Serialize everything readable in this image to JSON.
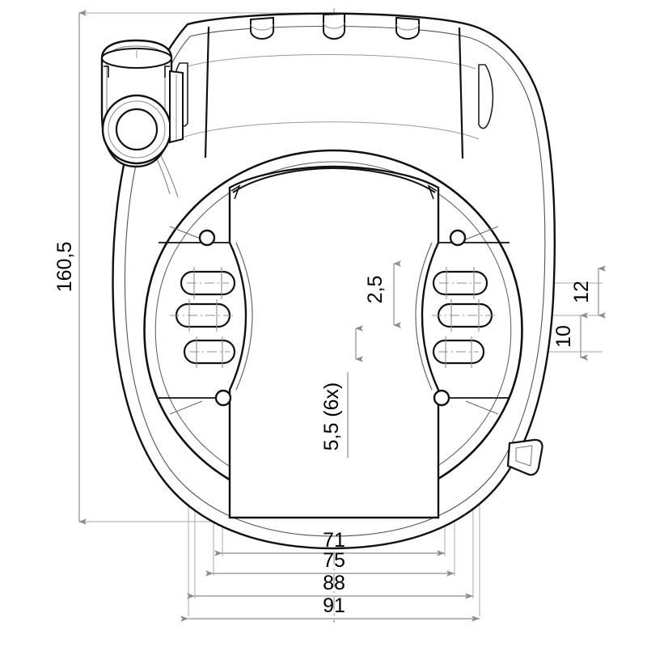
{
  "drawing": {
    "title": "Ring Lock Front View Technical Drawing",
    "units": "mm",
    "background_color": "#ffffff",
    "line_color": "#000000",
    "dimension_line_color": "#8c8c8c",
    "centerline_color": "#9a9a9a"
  },
  "dimensions": {
    "overall_height": "160,5",
    "bolt_spacing_upper": "12",
    "bolt_spacing_lower": "10",
    "offset_from_center": "2,5",
    "slot_width": "5,5  (6x)",
    "width_71": "71",
    "width_75": "75",
    "width_88": "88",
    "width_91": "91"
  },
  "features": {
    "key_cylinder": "key-cylinder",
    "keyhole": "keyhole",
    "top_tabs": [
      "top-tab-left",
      "top-tab-center",
      "top-tab-right"
    ],
    "mounting_slots_left": [
      "slot-left-1",
      "slot-left-2",
      "slot-left-3"
    ],
    "mounting_slots_right": [
      "slot-right-1",
      "slot-right-2",
      "slot-right-3"
    ],
    "pivot_holes": [
      "pivot-hole-upper-left",
      "pivot-hole-upper-right",
      "pivot-hole-lower-left",
      "pivot-hole-lower-right"
    ],
    "side_lug": "side-lug-right"
  }
}
